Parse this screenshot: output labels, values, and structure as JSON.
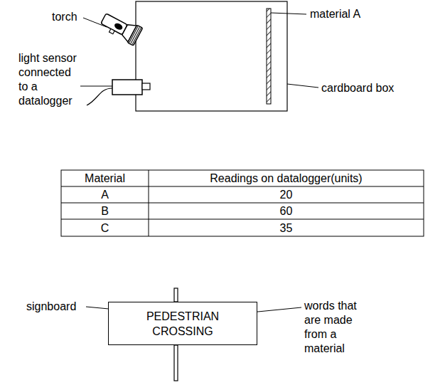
{
  "diagram": {
    "nodes": [
      {
        "text": [
          "PEDESTRIAN CROSSING"
        ]
      }
    ],
    "labels": [
      "torch",
      "material A",
      "light sensor connected to a datalogger",
      "cardboard box",
      "Material",
      "Readings on datalogger(units)",
      "A",
      "20",
      "B",
      "60",
      "C",
      "35",
      "signboard",
      "words that are made from a material"
    ]
  }
}
